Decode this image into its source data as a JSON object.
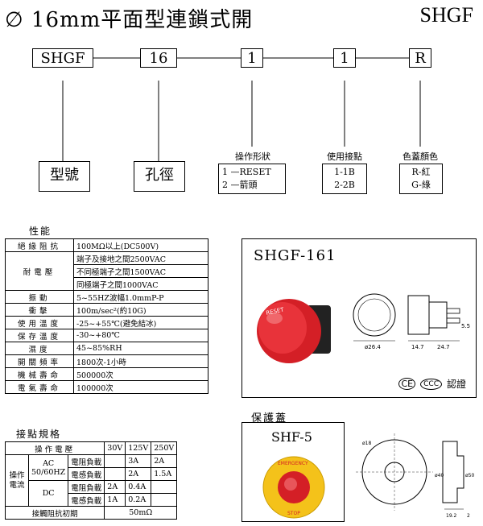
{
  "header": {
    "title": "∅ 16mm平面型連鎖式開",
    "model": "SHGF"
  },
  "code": {
    "parts": [
      "SHGF",
      "16",
      "1",
      "1",
      "R"
    ],
    "bottom_labels": [
      "型號",
      "孔徑"
    ],
    "operation": {
      "title": "操作形狀",
      "lines": [
        "1 —RESET",
        "2 —箭頭"
      ]
    },
    "contact": {
      "title": "使用接點",
      "lines": [
        "1-1B",
        "2-2B"
      ]
    },
    "cover_color": {
      "title": "色蓋顏色",
      "lines": [
        "R-紅",
        "G-綠"
      ]
    }
  },
  "performance": {
    "title": "性能",
    "rows": [
      {
        "k": "絕緣阻抗",
        "v": [
          "100MΩ以上(DC500V)"
        ]
      },
      {
        "k": "耐電壓",
        "v": [
          "端子及接地之間2500VAC",
          "不同極端子之間1500VAC",
          "同極端子之間1000VAC"
        ]
      },
      {
        "k": "振動",
        "v": [
          "5~55HZ波幅1.0mmP-P"
        ]
      },
      {
        "k": "衝擊",
        "v": [
          "100m/sec²(約10G)"
        ]
      },
      {
        "k": "使用溫度",
        "v": [
          "-25~+55℃(避免結冰)"
        ]
      },
      {
        "k": "保存溫度",
        "v": [
          "-30~+80℃"
        ]
      },
      {
        "k": "濕度",
        "v": [
          "45~85%RH"
        ]
      },
      {
        "k": "開關頻率",
        "v": [
          "1800次-1小時"
        ]
      },
      {
        "k": "機械壽命",
        "v": [
          "500000次"
        ]
      },
      {
        "k": "電氣壽命",
        "v": [
          "100000次"
        ]
      }
    ]
  },
  "contacts": {
    "title": "接點規格",
    "voltage_label": "操作電壓",
    "voltages": [
      "30V",
      "125V",
      "250V"
    ],
    "current_label": "操作電流",
    "ac_label": "AC 50/60HZ",
    "dc_label": "DC",
    "resistive": "電阻負載",
    "inductive": "電感負載",
    "ac_resistive": [
      "",
      "3A",
      "2A"
    ],
    "ac_inductive": [
      "",
      "2A",
      "1.5A"
    ],
    "dc_resistive": [
      "2A",
      "0.4A",
      ""
    ],
    "dc_inductive": [
      "1A",
      "0.2A",
      ""
    ],
    "init_label": "接觸阻抗初期",
    "init_value": "50mΩ"
  },
  "product": {
    "name": "SHGF-161",
    "button_text": "RESET",
    "dims": {
      "d1": "ø26.4",
      "d2": "14.7",
      "d3": "24.7",
      "d4": "5.5"
    },
    "cert": "認證"
  },
  "cover": {
    "title": "保護蓋",
    "name": "SHF-5",
    "ring_text": "EMERGENCY",
    "stop_text": "STOP",
    "dims": {
      "d1": "ø18",
      "d2": "ø40",
      "d3": "ø50",
      "d4": "19.2",
      "d5": "2"
    }
  },
  "colors": {
    "red": "#d41f26",
    "yellow": "#f4c21a"
  }
}
